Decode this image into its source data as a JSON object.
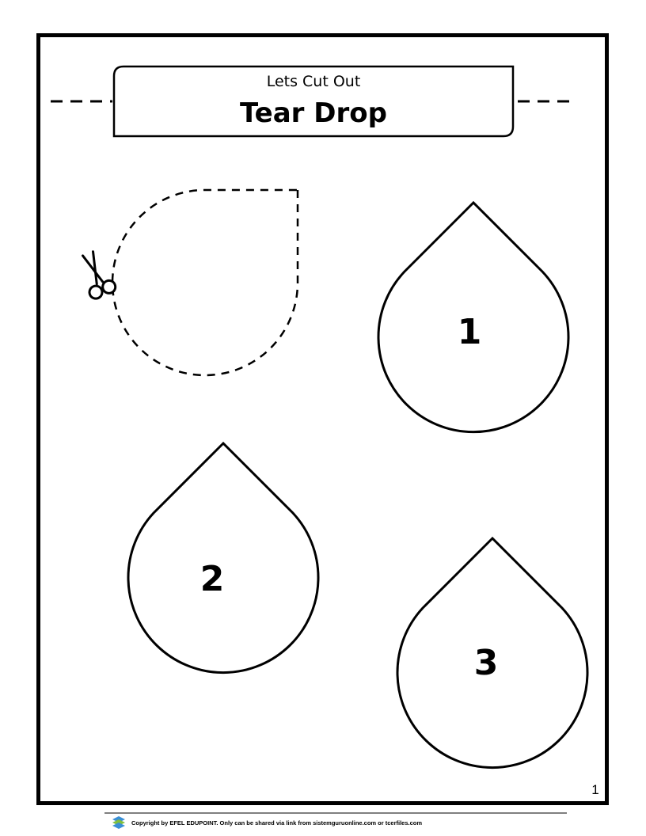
{
  "header": {
    "subtitle": "Lets Cut Out",
    "title": "Tear Drop"
  },
  "drops": [
    {
      "label": "1"
    },
    {
      "label": "2"
    },
    {
      "label": "3"
    }
  ],
  "page_number": "1",
  "footer": {
    "copyright": "Copyright by EFEL EDUPOINT. Only can be shared via link from sistemguruonline.com or tcerfiles.com"
  },
  "icons": {
    "cut_guide": "scissors-icon",
    "footer_logo": "book-stack-icon"
  },
  "colors": {
    "ink": "#000000",
    "paper": "#ffffff",
    "logo_blue": "#3a8fd6",
    "footer_rule": "#555555"
  }
}
